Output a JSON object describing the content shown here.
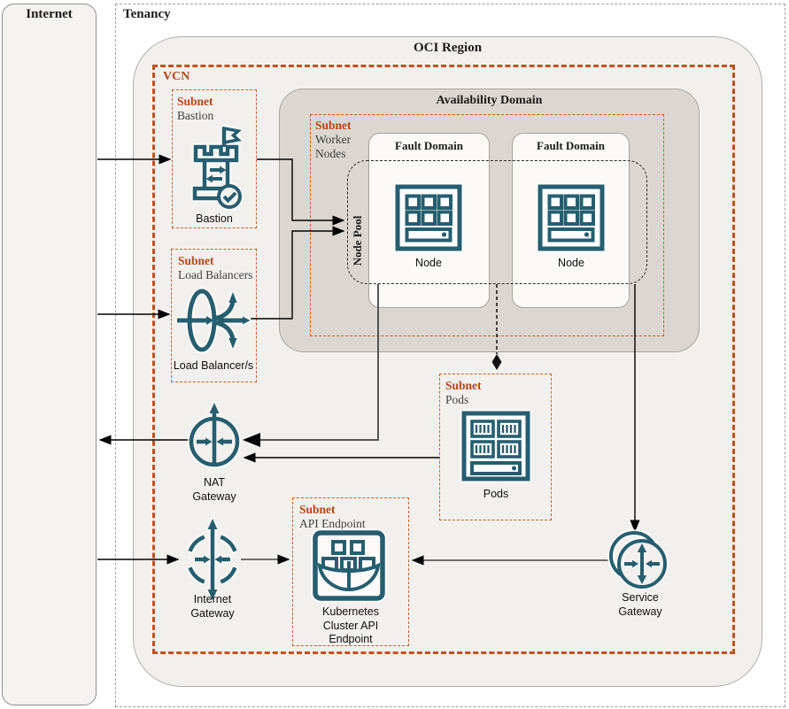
{
  "diagram": {
    "internet_label": "Internet",
    "tenancy_label": "Tenancy",
    "oci_region_label": "OCI Region",
    "vcn_label": "VCN",
    "availability_domain_label": "Availability Domain",
    "node_pool_label": "Node Pool"
  },
  "subnets": {
    "bastion": {
      "kind": "Subnet",
      "name": "Bastion"
    },
    "load_balancers": {
      "kind": "Subnet",
      "name": "Load Balancers"
    },
    "worker_nodes": {
      "kind": "Subnet",
      "name_line1": "Worker",
      "name_line2": "Nodes"
    },
    "pods": {
      "kind": "Subnet",
      "name": "Pods"
    },
    "api_endpoint": {
      "kind": "Subnet",
      "name": "API Endpoint"
    }
  },
  "fault_domains": [
    {
      "label": "Fault Domain",
      "node_label": "Node"
    },
    {
      "label": "Fault Domain",
      "node_label": "Node"
    }
  ],
  "icons": {
    "bastion": {
      "caption": "Bastion"
    },
    "load_balancer": {
      "caption": "Load Balancer/s"
    },
    "pods": {
      "caption": "Pods"
    },
    "nat_gateway": {
      "caption_line1": "NAT",
      "caption_line2": "Gateway"
    },
    "internet_gateway": {
      "caption_line1": "Internet",
      "caption_line2": "Gateway"
    },
    "service_gateway": {
      "caption_line1": "Service",
      "caption_line2": "Gateway"
    },
    "kubernetes_api": {
      "caption_line1": "Kubernetes",
      "caption_line2": "Cluster API",
      "caption_line3": "Endpoint"
    }
  },
  "colors": {
    "icon_teal": "#265e6f",
    "subnet_label_orange": "#b5451b",
    "subnet_border_orange": "#c4602f",
    "vcn_border_orange": "#c2511f",
    "region_fill": "#f2f0ed",
    "availability_domain_fill": "#dbd7d0",
    "fault_domain_fill": "#faf9f6",
    "internet_fill": "#f4f3f0"
  }
}
